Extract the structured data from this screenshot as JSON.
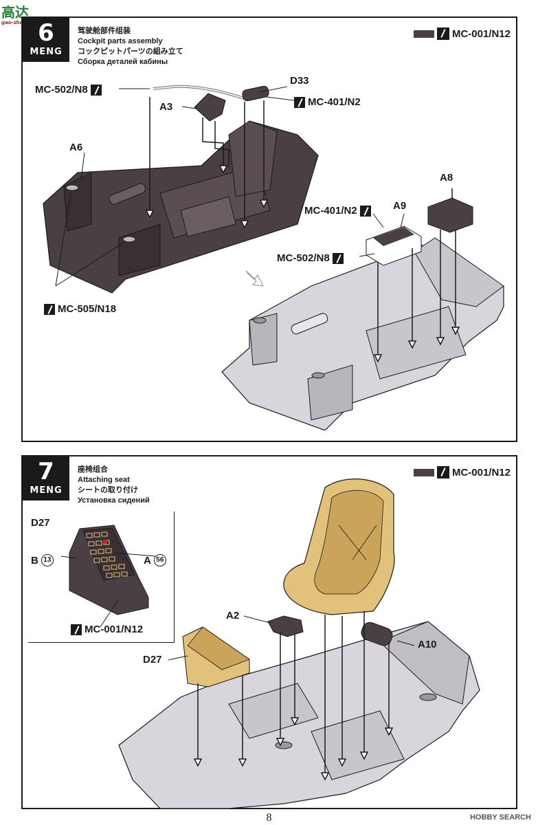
{
  "site_logo": {
    "main": "高达",
    "sub": "gao-shan.com"
  },
  "watermark": "HOBBY SEARCH",
  "page_number": "8",
  "step6": {
    "number": "6",
    "brand": "MENG",
    "title_cn": "驾驶舱部件组装",
    "title_en": "Cockpit parts assembly",
    "title_jp": "コックピットパーツの組み立て",
    "title_ru": "Сборка деталей кабины",
    "paint_code": "MC-001/N12",
    "labels": {
      "mc502_top": "MC-502/N8",
      "a3": "A3",
      "d33": "D33",
      "mc401_top": "MC-401/N2",
      "a6": "A6",
      "mc505": "MC-505/N18",
      "a8": "A8",
      "mc401_mid": "MC-401/N2",
      "a9": "A9",
      "mc502_mid": "MC-502/N8"
    }
  },
  "step7": {
    "number": "7",
    "brand": "MENG",
    "title_cn": "座椅组合",
    "title_en": "Attaching seat",
    "title_jp": "シートの取り付け",
    "title_ru": "Установка сидений",
    "paint_code": "MC-001/N12",
    "inset": {
      "title": "D27",
      "b_label": "B",
      "b_num": "13",
      "a_label": "A",
      "a_num": "56",
      "paint_code": "MC-001/N12"
    },
    "labels": {
      "a2": "A2",
      "a10": "A10",
      "d27": "D27"
    }
  },
  "colors": {
    "dark_part": "#4a3f44",
    "light_part": "#d8d6dc",
    "seat": "#e2c27a",
    "ink": "#1a1a1a"
  }
}
